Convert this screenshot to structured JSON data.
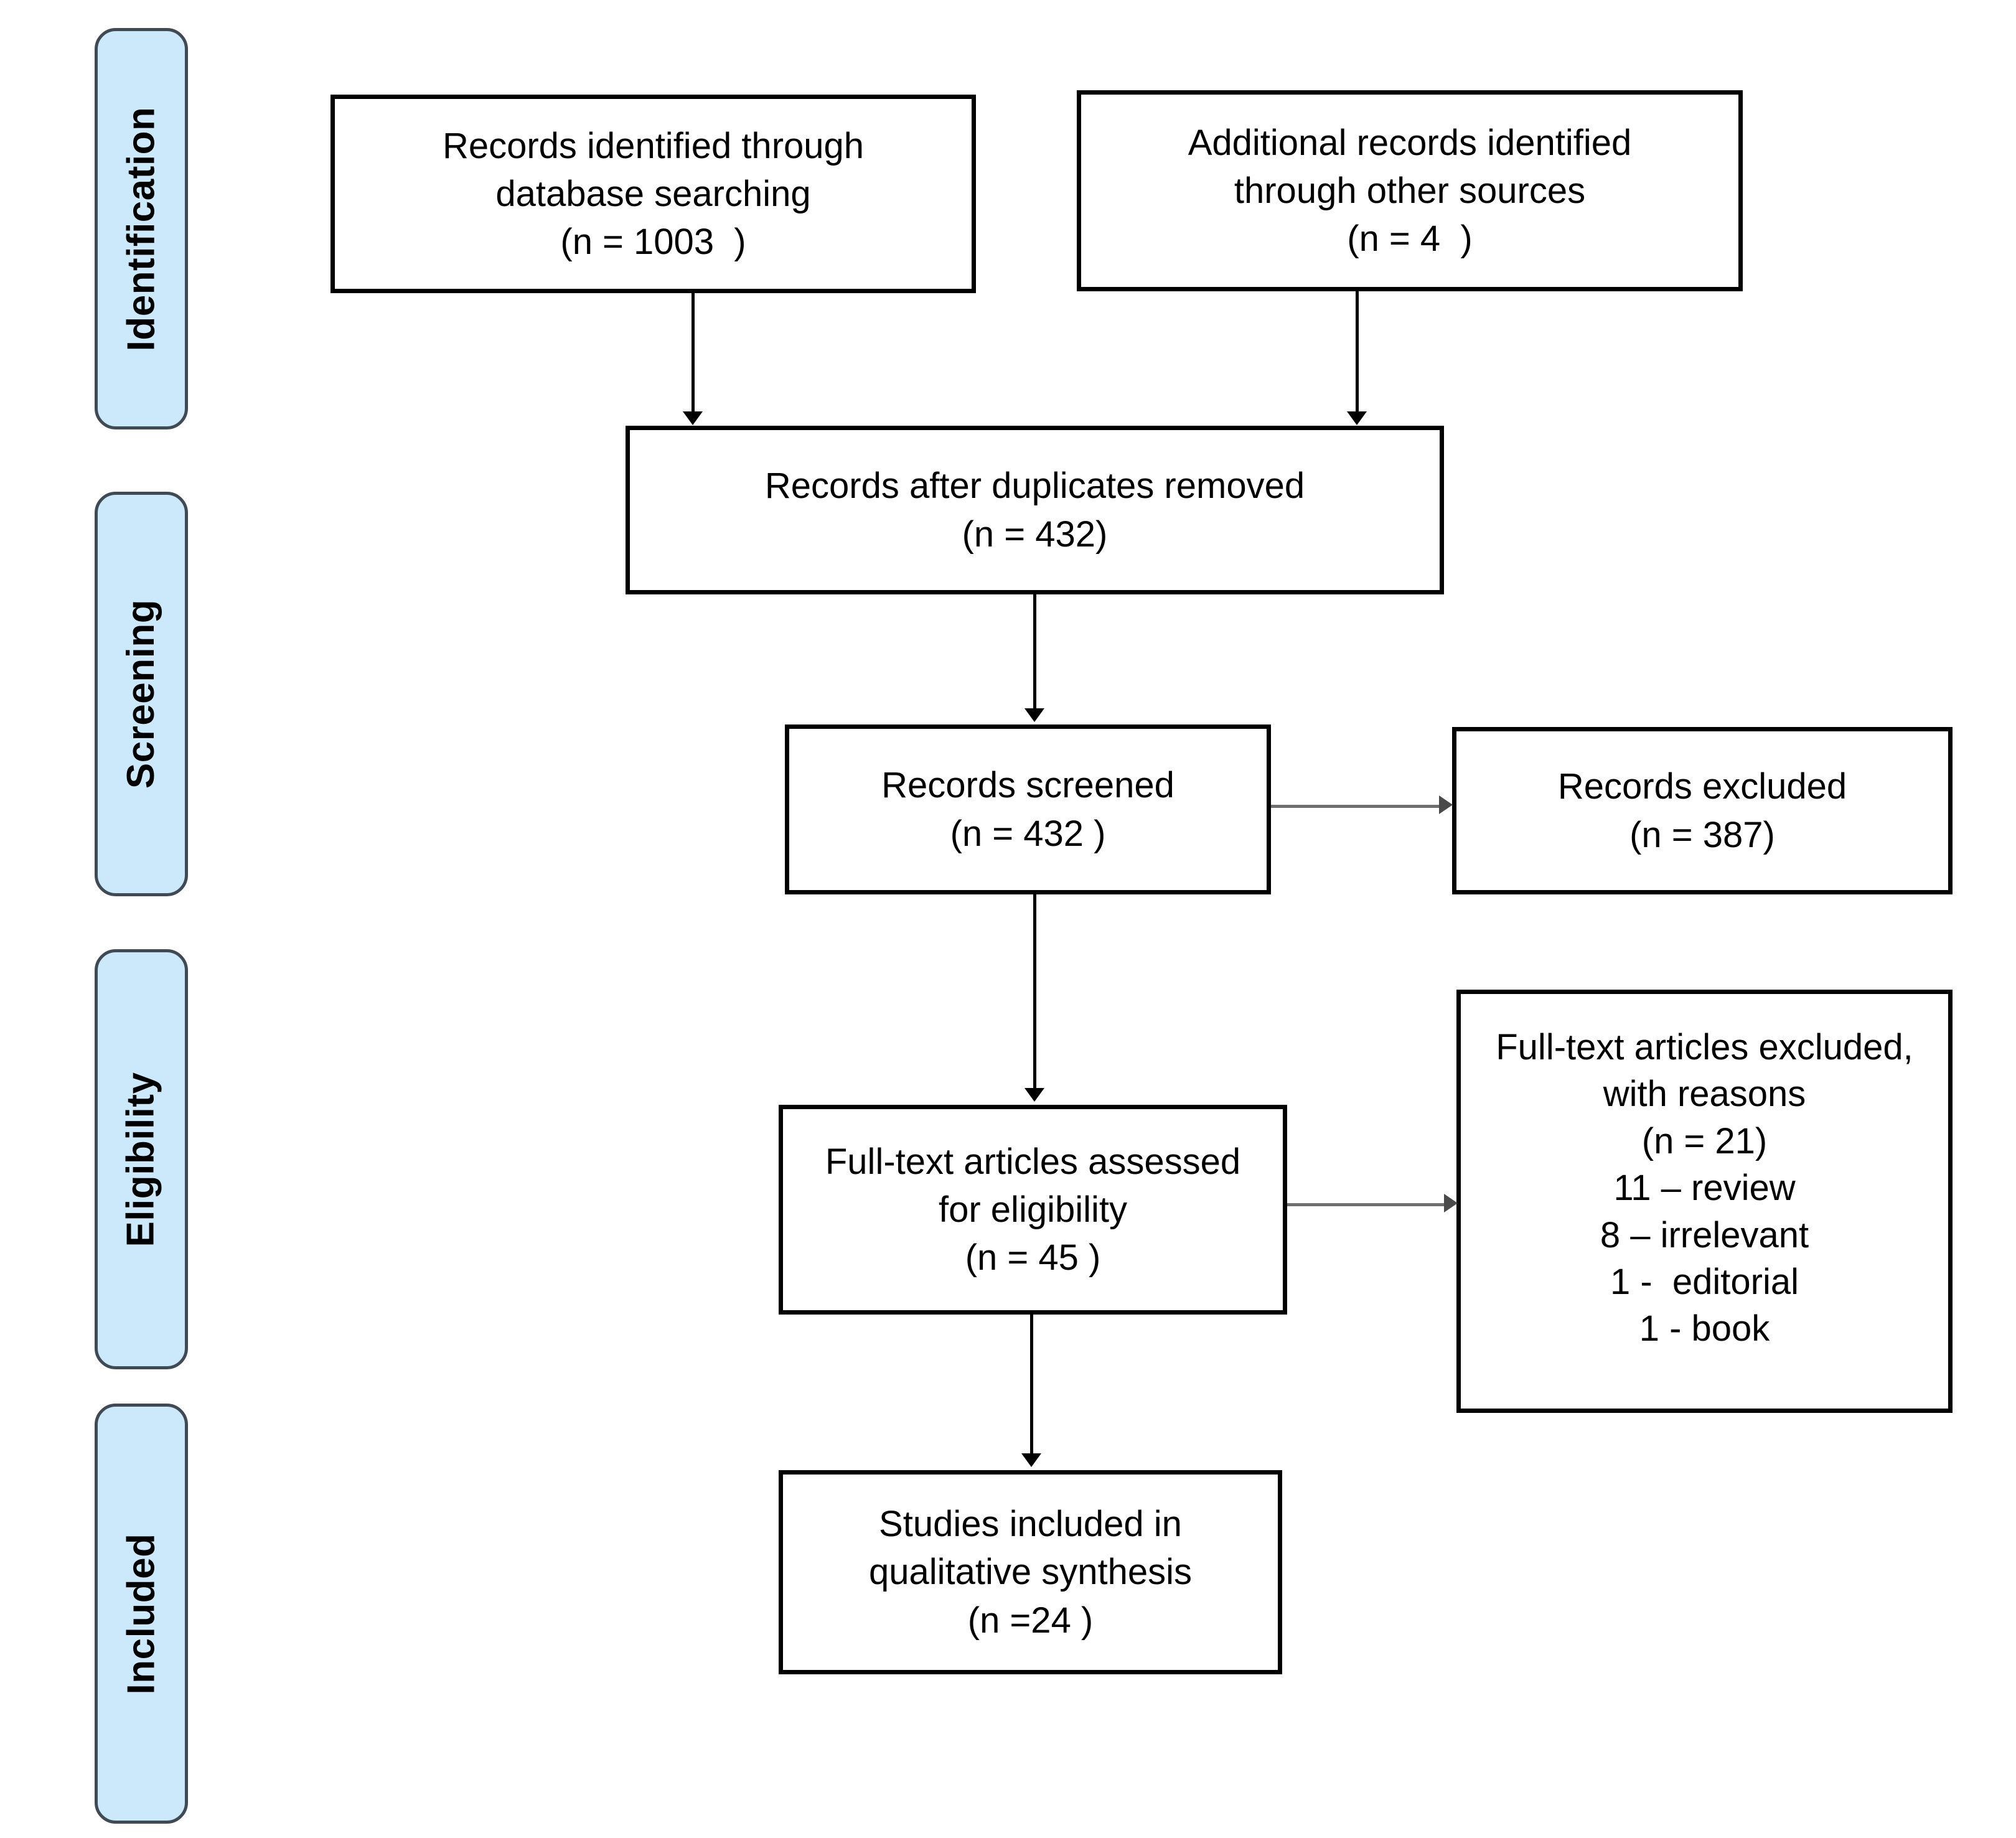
{
  "diagram": {
    "type": "prisma-flow-diagram",
    "title": "PRISMA flow diagram",
    "colors": {
      "stage_fill": "#cce9fb",
      "stage_border": "#404a55",
      "box_border": "#000000",
      "box_fill": "#ffffff",
      "vertical_connector": "#000000",
      "horizontal_connector": "#6e6e6e",
      "text": "#000000"
    }
  },
  "stages": [
    {
      "id": "identification",
      "label": "Identification"
    },
    {
      "id": "screening",
      "label": "Screening"
    },
    {
      "id": "eligibility",
      "label": "Eligibility"
    },
    {
      "id": "included",
      "label": "Included"
    }
  ],
  "boxes": {
    "records_identified_database": {
      "id": "records-identified-database",
      "lines": [
        "Records identified through",
        "database searching",
        "(n = 1003  )"
      ],
      "count": 1003
    },
    "additional_records_other": {
      "id": "additional-records-other-sources",
      "lines": [
        "Additional records identified",
        "through other sources",
        "(n = 4  )"
      ],
      "count": 4
    },
    "records_after_duplicates": {
      "id": "records-after-duplicates-removed",
      "lines": [
        "Records after duplicates removed",
        "(n = 432)"
      ],
      "count": 432
    },
    "records_screened": {
      "id": "records-screened",
      "lines": [
        "Records screened",
        "(n = 432 )"
      ],
      "count": 432
    },
    "records_excluded": {
      "id": "records-excluded",
      "lines": [
        "Records excluded",
        "(n = 387)"
      ],
      "count": 387
    },
    "fulltext_assessed": {
      "id": "full-text-articles-assessed",
      "lines": [
        "Full-text articles assessed",
        "for eligibility",
        "(n = 45 )"
      ],
      "count": 45
    },
    "fulltext_excluded": {
      "id": "full-text-articles-excluded",
      "lines": [
        "Full-text articles excluded,",
        "with reasons",
        "(n = 21)",
        "11 – review",
        "8 – irrelevant",
        "1 -  editorial",
        "1 - book"
      ],
      "count": 21,
      "reasons": [
        {
          "count": 11,
          "reason": "review"
        },
        {
          "count": 8,
          "reason": "irrelevant"
        },
        {
          "count": 1,
          "reason": "editorial"
        },
        {
          "count": 1,
          "reason": "book"
        }
      ]
    },
    "studies_included": {
      "id": "studies-included-qualitative-synthesis",
      "lines": [
        "Studies included in",
        "qualitative synthesis",
        "(n =24 )"
      ],
      "count": 24
    }
  }
}
